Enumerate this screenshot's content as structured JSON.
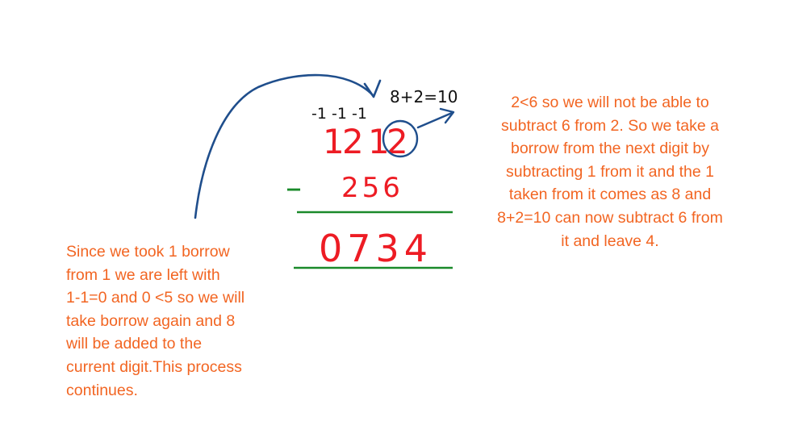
{
  "top_note": {
    "borrow_marks": "-1 -1 -1",
    "sum": "8+2=10"
  },
  "problem": {
    "minuend_digits": [
      "1",
      "2",
      "1",
      "2"
    ],
    "operator": "–",
    "subtrahend": "256",
    "result": "0734"
  },
  "explanation_right": {
    "lines": [
      "2<6 so we will not be able to",
      "subtract 6 from 2. So we take a",
      "borrow from the next digit by",
      "subtracting 1 from it and the 1",
      "taken from it comes as 8 and",
      "8+2=10 can now subtract 6 from",
      "it and leave 4."
    ]
  },
  "explanation_left": {
    "lines": [
      "Since we took 1 borrow",
      "from 1 we are left with",
      "1-1=0 and 0 <5 so we will",
      "take borrow again and 8",
      "will be added to the",
      "current digit.This process",
      "continues."
    ]
  },
  "colors": {
    "text_orange": "#f26522",
    "digits_red": "#ed1c24",
    "arrow_blue": "#1f4e8c",
    "line_green": "#1a8a2a",
    "ink_black": "#111111"
  }
}
